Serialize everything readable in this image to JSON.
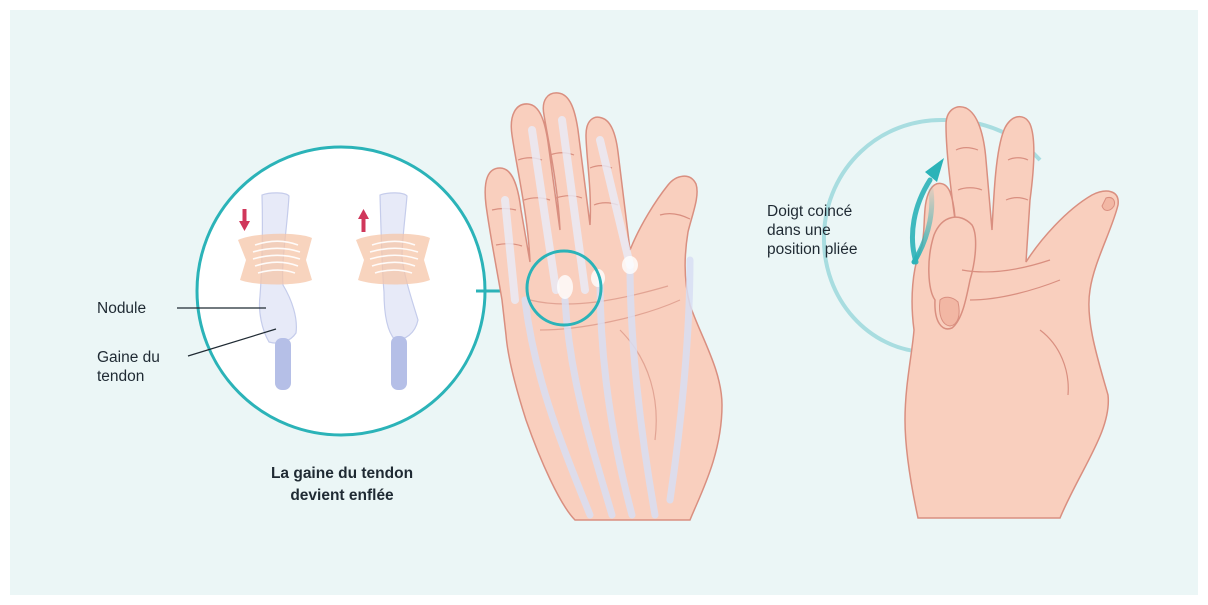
{
  "labels": {
    "nodule": "Nodule",
    "tendon_sheath": "Gaine du\ntendon",
    "caption": "La gaine du tendon\ndevient enflée",
    "stuck_finger": "Doigt coincé\ndans une\nposition pliée"
  },
  "colors": {
    "background": "#EBF6F6",
    "teal": "#2BB3B8",
    "teal_light": "#A8DDE0",
    "skin": "#F9CFBE",
    "skin_outline": "#D98F80",
    "skin_shade": "#F2B7A4",
    "tendon": "#C8D0EE",
    "tendon_dark": "#A9B4E0",
    "arrow_red": "#D0375B",
    "text": "#1F2A33"
  },
  "icons": {
    "down_arrow": "red-down-arrow-icon",
    "up_arrow": "red-up-arrow-icon",
    "bend_arrow": "teal-curved-arrow-icon"
  }
}
